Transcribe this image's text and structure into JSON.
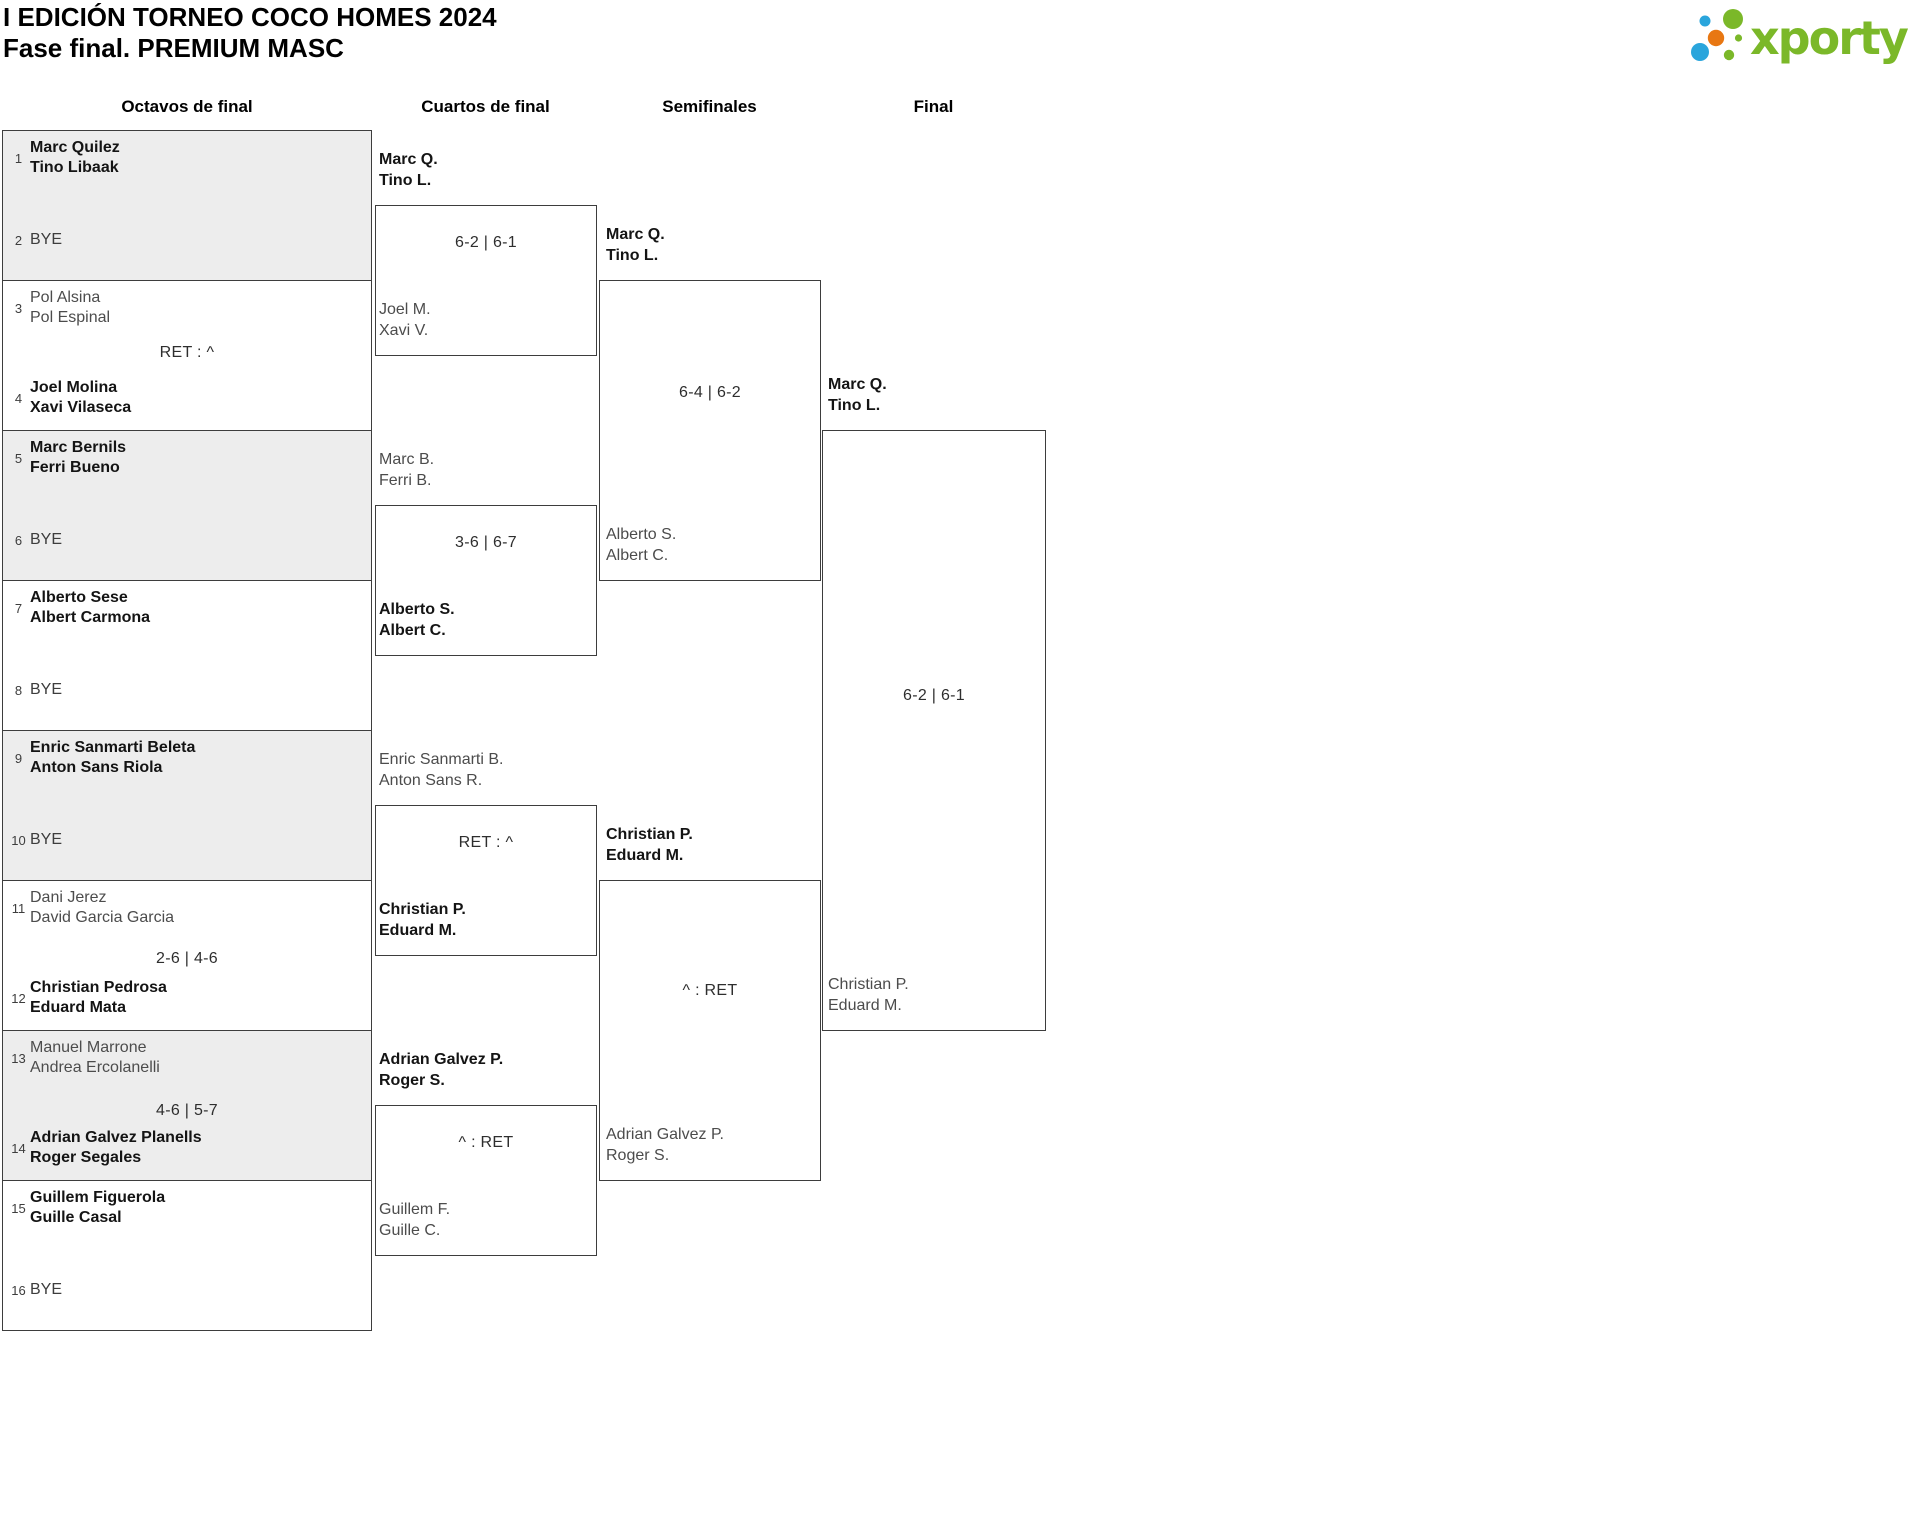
{
  "header": {
    "title_line1": "I EDICIÓN TORNEO COCO HOMES 2024",
    "title_line2": "Fase final. PREMIUM MASC",
    "brand": "xporty"
  },
  "colors": {
    "logo_green": "#7BB829",
    "logo_blue": "#2AA5DC",
    "logo_orange": "#E87712",
    "box_gray": "#ededed",
    "line": "#3d3d3d"
  },
  "round_headers": {
    "octavos": "Octavos de final",
    "cuartos": "Cuartos de final",
    "semis": "Semifinales",
    "final": "Final"
  },
  "octavos": {
    "m1": {
      "top_seed": "1",
      "top1": "Marc Quilez",
      "top2": "Tino Libaak",
      "bottom_seed": "2",
      "bottom1": "BYE",
      "bottom2": "",
      "score": "",
      "winner": "top"
    },
    "m2": {
      "top_seed": "3",
      "top1": "Pol Alsina",
      "top2": "Pol Espinal",
      "bottom_seed": "4",
      "bottom1": "Joel Molina",
      "bottom2": "Xavi Vilaseca",
      "score": "RET : ^",
      "winner": "bottom"
    },
    "m3": {
      "top_seed": "5",
      "top1": "Marc Bernils",
      "top2": "Ferri Bueno",
      "bottom_seed": "6",
      "bottom1": "BYE",
      "bottom2": "",
      "score": "",
      "winner": "top"
    },
    "m4": {
      "top_seed": "7",
      "top1": "Alberto Sese",
      "top2": "Albert Carmona",
      "bottom_seed": "8",
      "bottom1": "BYE",
      "bottom2": "",
      "score": "",
      "winner": "top"
    },
    "m5": {
      "top_seed": "9",
      "top1": "Enric Sanmarti Beleta",
      "top2": "Anton Sans Riola",
      "bottom_seed": "10",
      "bottom1": "BYE",
      "bottom2": "",
      "score": "",
      "winner": "top"
    },
    "m6": {
      "top_seed": "11",
      "top1": "Dani Jerez",
      "top2": "David Garcia Garcia",
      "bottom_seed": "12",
      "bottom1": "Christian Pedrosa",
      "bottom2": "Eduard Mata",
      "score": "2-6 | 4-6",
      "winner": "bottom"
    },
    "m7": {
      "top_seed": "13",
      "top1": "Manuel Marrone",
      "top2": "Andrea Ercolanelli",
      "bottom_seed": "14",
      "bottom1": "Adrian Galvez Planells",
      "bottom2": "Roger Segales",
      "score": "4-6 | 5-7",
      "winner": "bottom"
    },
    "m8": {
      "top_seed": "15",
      "top1": "Guillem Figuerola",
      "top2": "Guille Casal",
      "bottom_seed": "16",
      "bottom1": "BYE",
      "bottom2": "",
      "score": "",
      "winner": "top"
    }
  },
  "cuartos": {
    "m1": {
      "top1": "Marc Q.",
      "top2": "Tino L.",
      "bottom1": "Joel M.",
      "bottom2": "Xavi V.",
      "score": "6-2 | 6-1",
      "winner": "top"
    },
    "m2": {
      "top1": "Marc B.",
      "top2": "Ferri B.",
      "bottom1": "Alberto S.",
      "bottom2": "Albert C.",
      "score": "3-6 | 6-7",
      "winner": "bottom"
    },
    "m3": {
      "top1": "Enric Sanmarti B.",
      "top2": "Anton Sans R.",
      "bottom1": "Christian P.",
      "bottom2": "Eduard M.",
      "score": "RET : ^",
      "winner": "bottom"
    },
    "m4": {
      "top1": "Adrian Galvez P.",
      "top2": "Roger S.",
      "bottom1": "Guillem F.",
      "bottom2": "Guille C.",
      "score": "^ : RET",
      "winner": "top"
    }
  },
  "semifinales": {
    "m1": {
      "top1": "Marc Q.",
      "top2": "Tino L.",
      "bottom1": "Alberto S.",
      "bottom2": "Albert C.",
      "score": "6-4 | 6-2",
      "winner": "top"
    },
    "m2": {
      "top1": "Christian P.",
      "top2": "Eduard M.",
      "bottom1": "Adrian Galvez P.",
      "bottom2": "Roger S.",
      "score": "^ : RET",
      "winner": "top"
    }
  },
  "final": {
    "m1": {
      "top1": "Marc Q.",
      "top2": "Tino L.",
      "bottom1": "Christian P.",
      "bottom2": "Eduard M.",
      "score": "6-2 | 6-1",
      "winner": "top"
    }
  }
}
